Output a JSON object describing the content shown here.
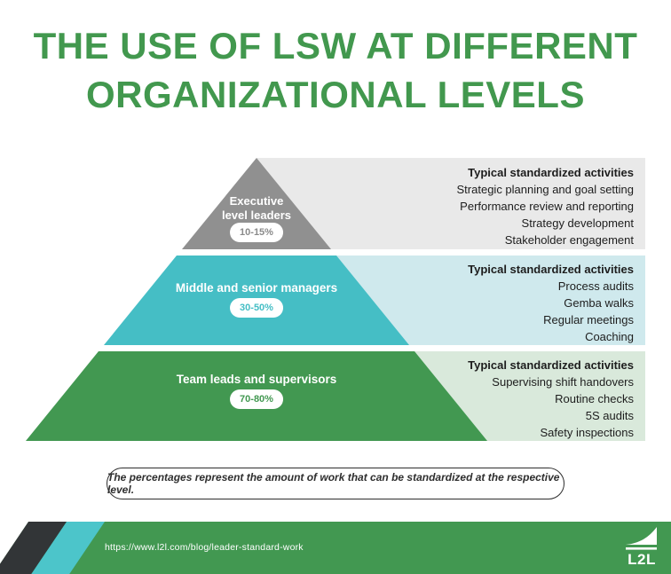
{
  "title": {
    "line1": "THE USE OF LSW AT DIFFERENT",
    "line2": "ORGANIZATIONAL LEVELS",
    "color": "#42984E"
  },
  "pyramid": {
    "levels": [
      {
        "label_line1": "Executive",
        "label_line2": "level leaders",
        "percent": "10-15%",
        "percent_color": "#8a8a8a",
        "tier_color": "#909090",
        "band_color": "#e9e9e9",
        "activities_title": "Typical standardized activities",
        "activities": [
          "Strategic planning and goal setting",
          "Performance review and reporting",
          "Strategy development",
          "Stakeholder engagement"
        ]
      },
      {
        "label": "Middle and senior managers",
        "percent": "30-50%",
        "percent_color": "#45BEC5",
        "tier_color": "#45BEC5",
        "band_color": "#CFE9ED",
        "activities_title": "Typical standardized activities",
        "activities": [
          "Process audits",
          "Gemba walks",
          "Regular meetings",
          "Coaching"
        ]
      },
      {
        "label": "Team leads and supervisors",
        "percent": "70-80%",
        "percent_color": "#429851",
        "tier_color": "#429851",
        "band_color": "#D9E9DB",
        "activities_title": "Typical standardized activities",
        "activities": [
          "Supervising shift handovers",
          "Routine checks",
          "5S audits",
          "Safety inspections"
        ]
      }
    ]
  },
  "note": "The percentages represent the amount of work that can be standardized at the respective level.",
  "footer": {
    "url": "https://www.l2l.com/blog/leader-standard-work",
    "logo_text": "L2L",
    "bar_color": "#429851",
    "stripe_dark_color": "#323537",
    "stripe_teal_color": "#4CC5CA"
  }
}
